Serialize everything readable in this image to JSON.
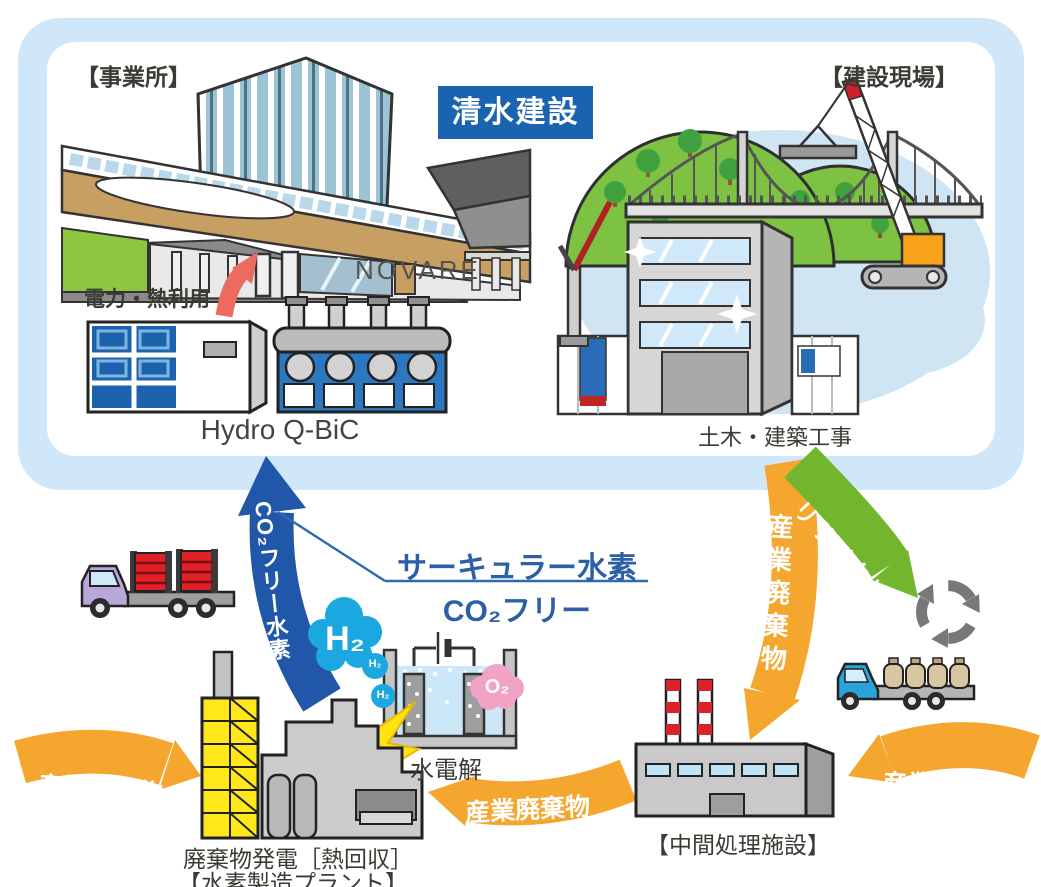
{
  "panel": {
    "office": "【事業所】",
    "site": "【建設現場】",
    "brand": "清水建設",
    "novare": "NOVARE",
    "power_heat": "電力・熱利用",
    "hydro_qbic": "Hydro Q-BiC",
    "construction_work": "土木・建築工事"
  },
  "center": {
    "title": "サーキュラー水素",
    "subtitle": "CO₂フリー",
    "electrolysis": "水電解",
    "h2": "H₂",
    "h2_bubble": "H₂",
    "o2": "O₂"
  },
  "arrows": {
    "co2_free_hydrogen": "CO₂フリー水素",
    "industrial_waste": "産業廃棄物",
    "recycle": "リサイクル"
  },
  "plants": {
    "waste_power_line1": "廃棄物発電［熱回収］",
    "waste_power_line2": "【水素製造プラント】",
    "intermediate": "【中間処理施設】"
  },
  "colors": {
    "panel_blue": "#cfe7f8",
    "brand_blue": "#1a63b0",
    "heading_blue": "#2b5fa7",
    "arrow_blue": "#2157a8",
    "arrow_orange": "#F5A62E",
    "arrow_green": "#71b62c",
    "arrow_salmon": "#ed6a5f",
    "h2_blue": "#1ba7e0",
    "o2_pink": "#f1a3c5",
    "lattice_yellow": "#ffe81a"
  }
}
